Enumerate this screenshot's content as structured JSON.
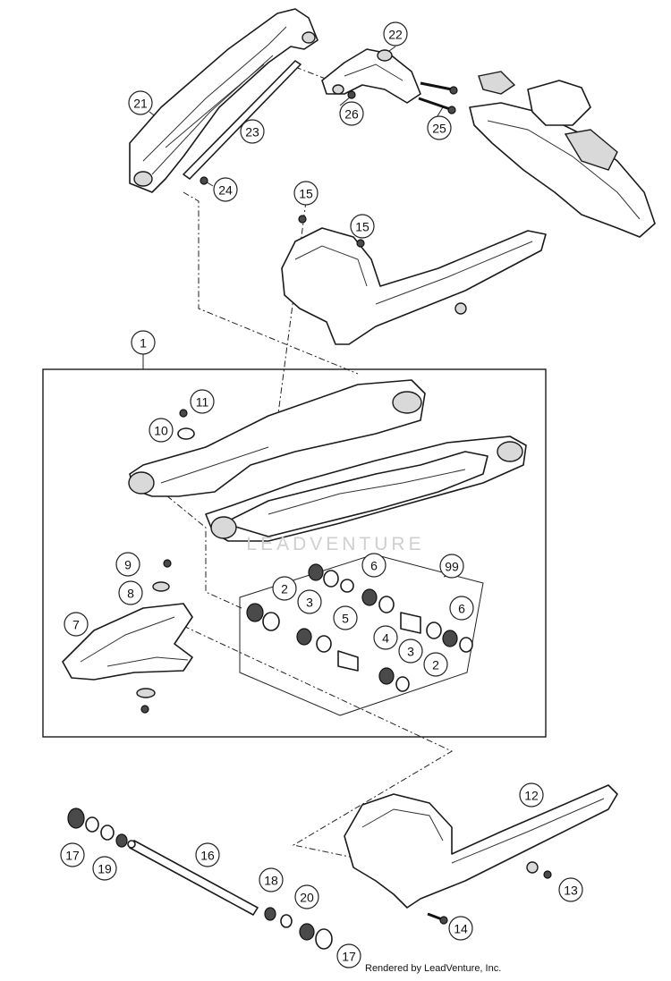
{
  "callouts": [
    {
      "id": "c1",
      "label": "1"
    },
    {
      "id": "c2a",
      "label": "2"
    },
    {
      "id": "c2b",
      "label": "2"
    },
    {
      "id": "c3a",
      "label": "3"
    },
    {
      "id": "c3b",
      "label": "3"
    },
    {
      "id": "c4",
      "label": "4"
    },
    {
      "id": "c5",
      "label": "5"
    },
    {
      "id": "c6a",
      "label": "6"
    },
    {
      "id": "c6b",
      "label": "6"
    },
    {
      "id": "c7",
      "label": "7"
    },
    {
      "id": "c8",
      "label": "8"
    },
    {
      "id": "c9",
      "label": "9"
    },
    {
      "id": "c10",
      "label": "10"
    },
    {
      "id": "c11",
      "label": "11"
    },
    {
      "id": "c12",
      "label": "12"
    },
    {
      "id": "c13",
      "label": "13"
    },
    {
      "id": "c14",
      "label": "14"
    },
    {
      "id": "c15a",
      "label": "15"
    },
    {
      "id": "c15b",
      "label": "15"
    },
    {
      "id": "c16",
      "label": "16"
    },
    {
      "id": "c17a",
      "label": "17"
    },
    {
      "id": "c17b",
      "label": "17"
    },
    {
      "id": "c18",
      "label": "18"
    },
    {
      "id": "c19",
      "label": "19"
    },
    {
      "id": "c20",
      "label": "20"
    },
    {
      "id": "c21",
      "label": "21"
    },
    {
      "id": "c22",
      "label": "22"
    },
    {
      "id": "c23",
      "label": "23"
    },
    {
      "id": "c24",
      "label": "24"
    },
    {
      "id": "c25",
      "label": "25"
    },
    {
      "id": "c26",
      "label": "26"
    },
    {
      "id": "c99",
      "label": "99"
    }
  ],
  "watermark": "LEADVENTURE",
  "credit": "Rendered by LeadVenture, Inc."
}
